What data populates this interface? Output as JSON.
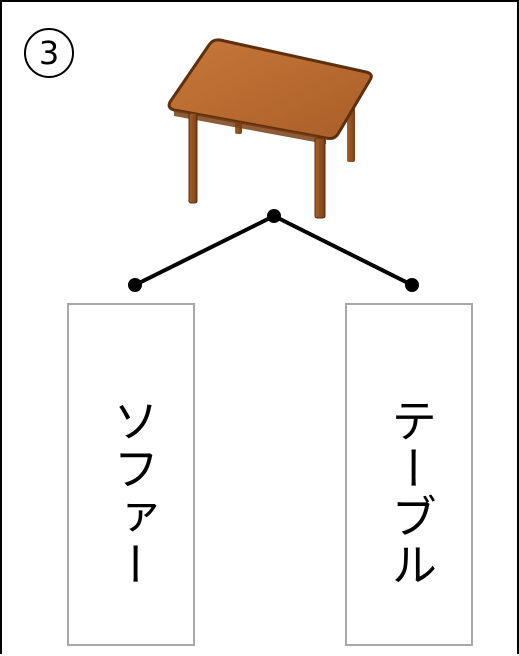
{
  "question_number": "3",
  "picture_icon": "table-icon",
  "choices": [
    {
      "word": "ソファー",
      "position": "left"
    },
    {
      "word": "テーブル",
      "position": "right"
    }
  ],
  "colors": {
    "border": "#000000",
    "box_border": "#a8a8a8",
    "table_top": "#b7692f",
    "table_leg": "#8c4b18"
  }
}
